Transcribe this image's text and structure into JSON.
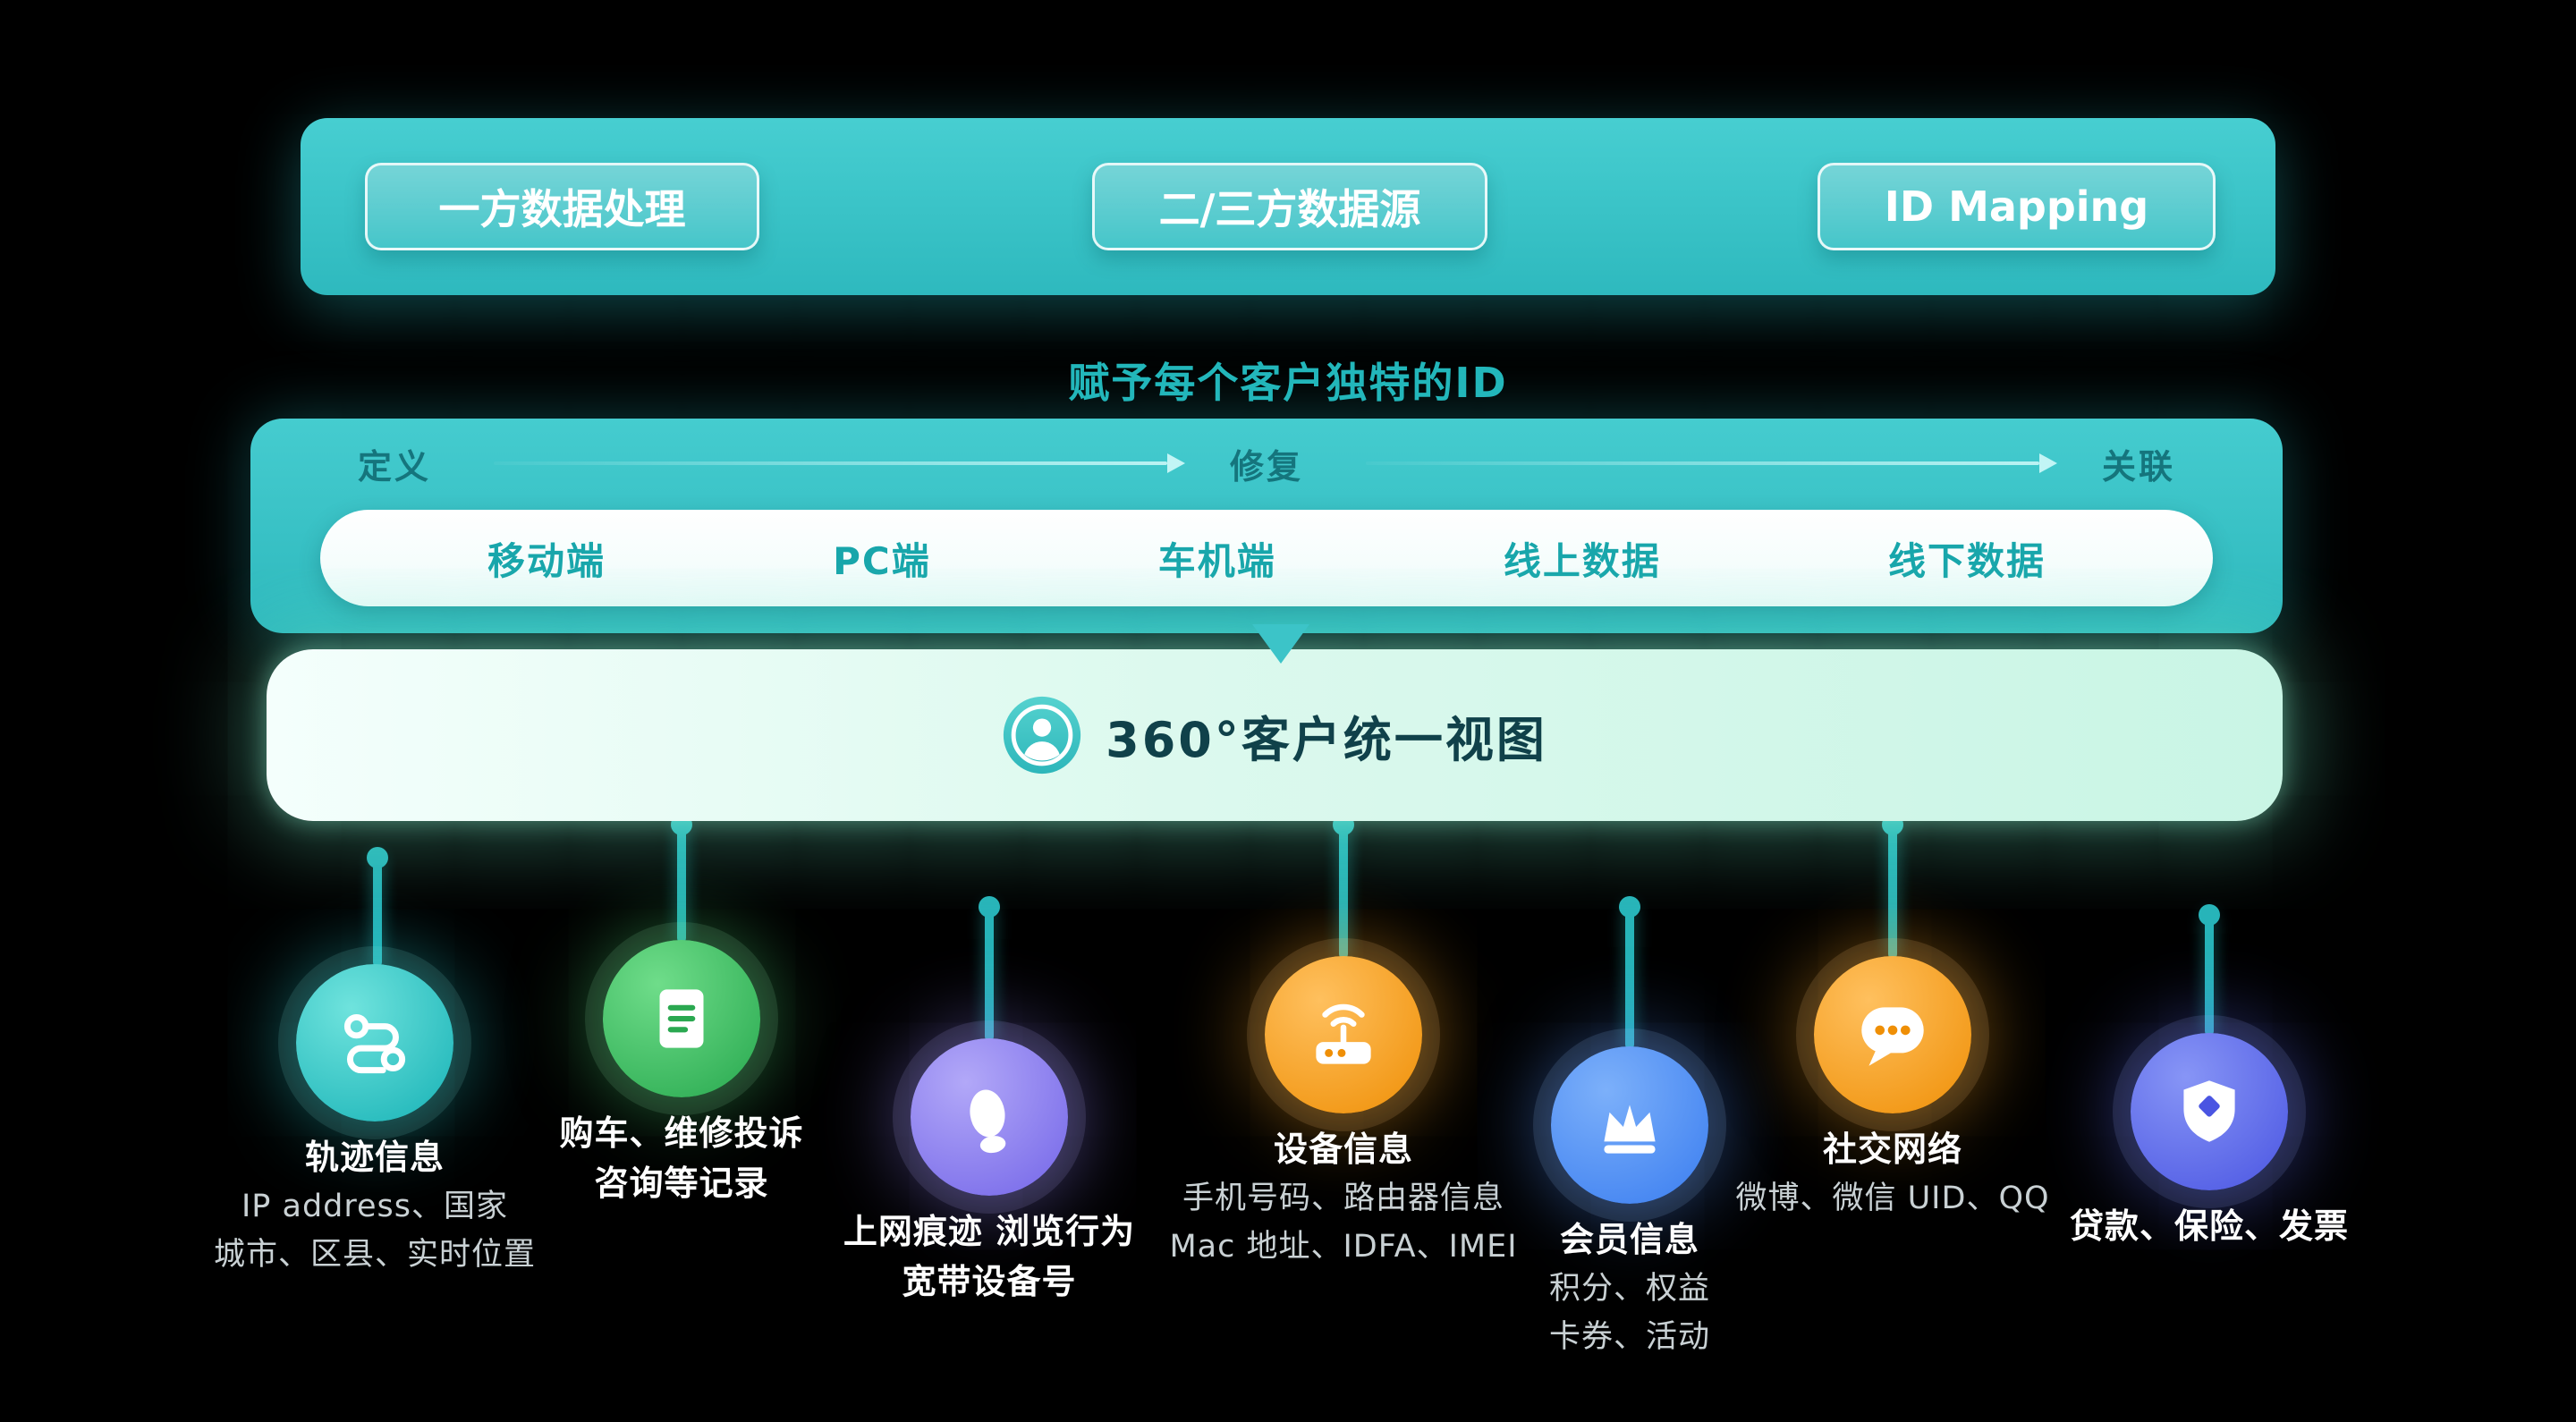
{
  "top_banner": {
    "buttons": [
      "一方数据处理",
      "二/三方数据源",
      "ID Mapping"
    ]
  },
  "heading": "赋予每个客户独特的ID",
  "process": {
    "stages": [
      "定义",
      "修复",
      "关联"
    ],
    "channels": [
      "移动端",
      "PC端",
      "车机端",
      "线上数据",
      "线下数据"
    ]
  },
  "unified_view": {
    "label": "360°客户统一视图",
    "icon": "person-icon"
  },
  "sources": [
    {
      "icon": "route-icon",
      "color": "#1db5b9",
      "title_lines": [
        "轨迹信息"
      ],
      "details": [
        "IP address、国家",
        "城市、区县、实时位置"
      ]
    },
    {
      "icon": "document-icon",
      "color": "#2aa850",
      "title_lines": [
        "购车、维修投诉",
        "咨询等记录"
      ],
      "details": []
    },
    {
      "icon": "footprint-icon",
      "color": "#7365e8",
      "title_lines": [
        "上网痕迹  浏览行为",
        "宽带设备号"
      ],
      "details": []
    },
    {
      "icon": "router-icon",
      "color": "#f29413",
      "title_lines": [
        "设备信息"
      ],
      "details": [
        "手机号码、路由器信息",
        "Mac 地址、IDFA、IMEI"
      ]
    },
    {
      "icon": "crown-icon",
      "color": "#3f82f2",
      "title_lines": [
        "会员信息"
      ],
      "details": [
        "积分、权益",
        "卡券、活动"
      ]
    },
    {
      "icon": "chat-icon",
      "color": "#f29413",
      "title_lines": [
        "社交网络"
      ],
      "details": [
        "微博、微信 UID、QQ"
      ]
    },
    {
      "icon": "shield-icon",
      "color": "#4f5ae4",
      "title_lines": [
        "贷款、保险、发票"
      ],
      "details": []
    }
  ],
  "colors": {
    "background": "#000000",
    "banner_teal": "#34c0c4",
    "heading_teal": "#23b7bb",
    "channel_text": "#18a6ab",
    "mint_bar": "#d8f8ec",
    "connector": "#27b4b9"
  }
}
